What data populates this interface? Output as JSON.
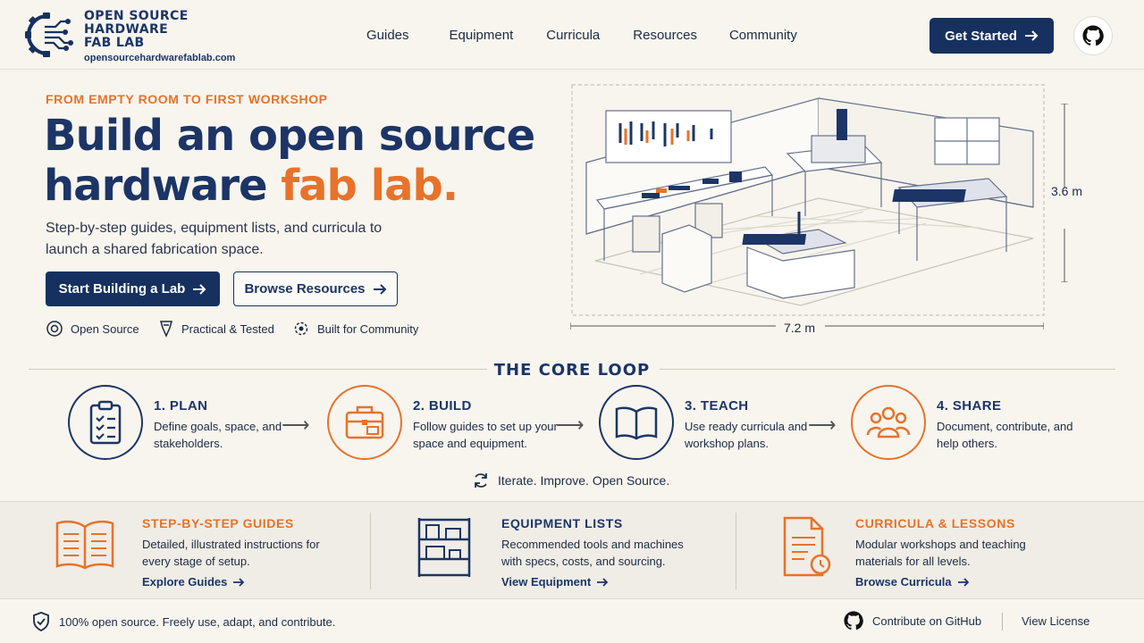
{
  "brand": {
    "name": "OPEN SOURCE\nHARDWARE\nFAB LAB",
    "url": "opensourcehardwarefablab.com"
  },
  "nav": [
    "Guides",
    "Equipment",
    "Curricula",
    "Resources",
    "Community"
  ],
  "header": {
    "cta": "Get Started",
    "github_icon": "github-icon"
  },
  "hero": {
    "eyebrow": "FROM EMPTY ROOM TO FIRST WORKSHOP",
    "title_part1": "Build an open source hardware ",
    "title_highlight": "fab lab.",
    "subtitle": "Step-by-step guides, equipment lists, and curricula to launch a shared fabrication space.",
    "primary_cta": "Start Building a Lab",
    "secondary_cta": "Browse Resources",
    "badges": [
      "Open Source",
      "Practical & Tested",
      "Built for Community"
    ]
  },
  "illustration": {
    "height_label": "3.6 m",
    "width_label": "7.2 m"
  },
  "core_loop": {
    "title": "THE CORE LOOP",
    "steps": [
      {
        "title": "1. PLAN",
        "desc": "Define goals, space, and stakeholders.",
        "icon": "clipboard-checklist-icon"
      },
      {
        "title": "2. BUILD",
        "desc": "Follow guides to set up your space and equipment.",
        "icon": "toolbox-icon"
      },
      {
        "title": "3. TEACH",
        "desc": "Use ready curricula and workshop plans.",
        "icon": "open-book-icon"
      },
      {
        "title": "4. SHARE",
        "desc": "Document, contribute, and help others.",
        "icon": "community-icon"
      }
    ],
    "iterate": "Iterate. Improve. Open Source."
  },
  "features": [
    {
      "title": "STEP-BY-STEP GUIDES",
      "desc": "Detailed, illustrated instructions for every stage of setup.",
      "link": "Explore Guides",
      "color": "#e8722a"
    },
    {
      "title": "EQUIPMENT LISTS",
      "desc": "Recommended tools and machines with specs, costs, and sourcing.",
      "link": "View Equipment",
      "color": "#1c3566"
    },
    {
      "title": "CURRICULA & LESSONS",
      "desc": "Modular workshops and teaching materials for all levels.",
      "link": "Browse Curricula",
      "color": "#e8722a"
    }
  ],
  "footer": {
    "note": "100% open source. Freely use, adapt, and contribute.",
    "github": "Contribute on GitHub",
    "license": "View License"
  },
  "colors": {
    "navy": "#16315f",
    "orange": "#e8722a",
    "background": "#f7f5ee"
  }
}
